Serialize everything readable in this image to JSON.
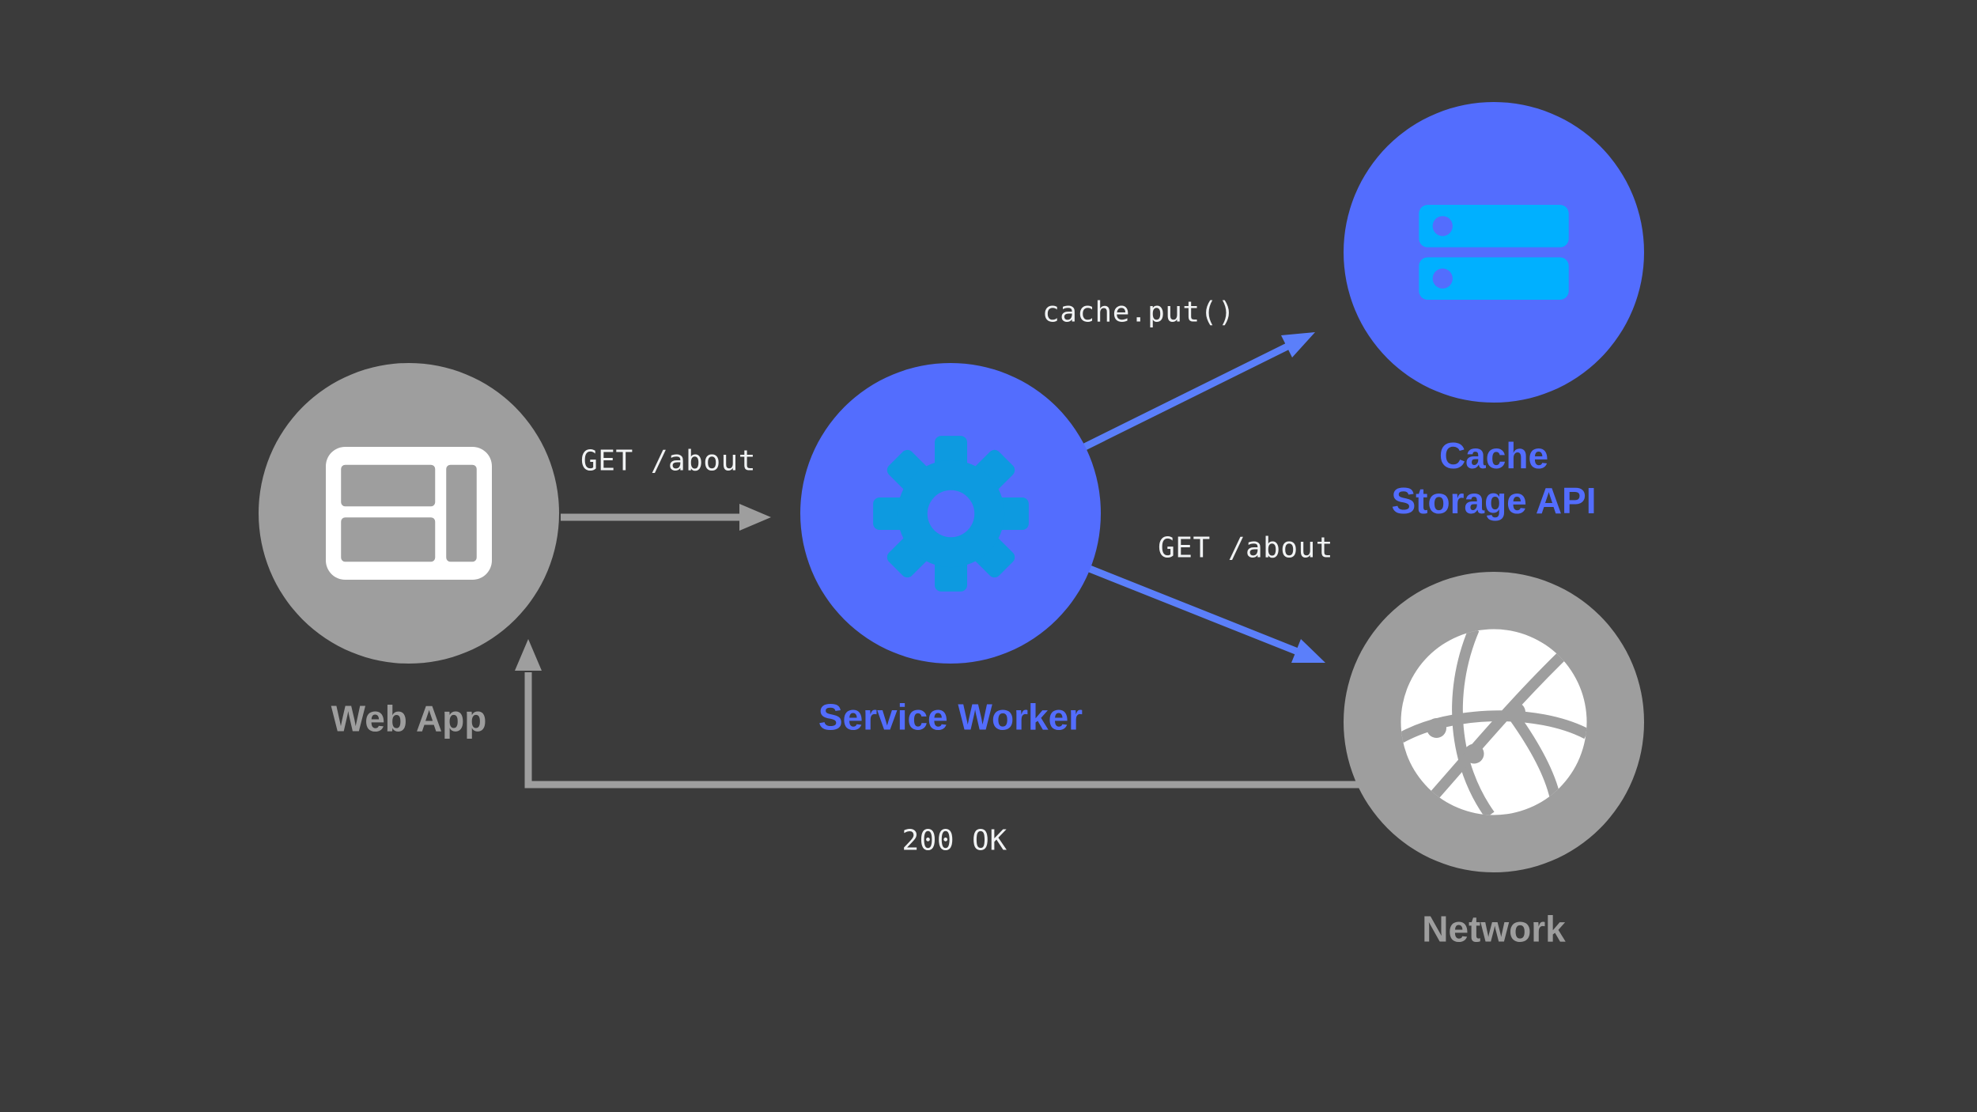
{
  "colors": {
    "background": "#3b3b3b",
    "gray_node": "#9e9e9e",
    "blue_node": "#536dfe",
    "cyan_icon": "#00b0ff",
    "gear_icon": "#0d9ae0",
    "white_icon": "#ffffff",
    "code_text": "#f1f3f4",
    "blue_arrow": "#5b7ffa",
    "gray_arrow": "#9e9e9e"
  },
  "nodes": {
    "web_app": {
      "label": "Web App"
    },
    "service_worker": {
      "label": "Service Worker"
    },
    "cache_storage": {
      "label_line1": "Cache",
      "label_line2": "Storage API"
    },
    "network": {
      "label": "Network"
    }
  },
  "edges": {
    "webapp_to_serviceworker": {
      "label": "GET /about"
    },
    "serviceworker_to_cache": {
      "label": "cache.put()"
    },
    "serviceworker_to_network": {
      "label": "GET /about"
    },
    "network_to_webapp": {
      "label": "200 OK"
    }
  }
}
